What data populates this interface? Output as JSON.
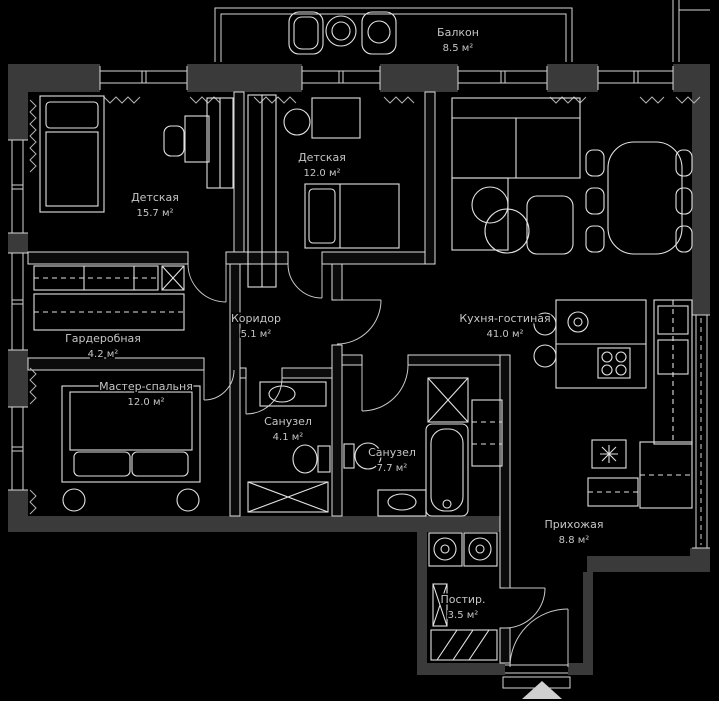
{
  "plan": {
    "type": "apartment-floor-plan",
    "language": "ru",
    "colors": {
      "background": "#000000",
      "walls": "#3a3a3a",
      "lines": "#e0e0e0",
      "text": "#c6c6c6"
    },
    "rooms": [
      {
        "id": "balcony",
        "name": "Балкон",
        "area": "8.5 м²"
      },
      {
        "id": "nursery-1",
        "name": "Детская",
        "area": "15.7 м²"
      },
      {
        "id": "nursery-2",
        "name": "Детская",
        "area": "12.0 м²"
      },
      {
        "id": "kitchen-living",
        "name": "Кухня-гостиная",
        "area": "41.0 м²"
      },
      {
        "id": "corridor",
        "name": "Коридор",
        "area": "5.1 м²"
      },
      {
        "id": "dressing-room",
        "name": "Гардеробная",
        "area": "4.2 м²"
      },
      {
        "id": "master-bedroom",
        "name": "Мастер-спальня",
        "area": "12.0 м²"
      },
      {
        "id": "bathroom-1",
        "name": "Санузел",
        "area": "4.1 м²"
      },
      {
        "id": "bathroom-2",
        "name": "Санузел",
        "area": "7.7 м²"
      },
      {
        "id": "hallway",
        "name": "Прихожая",
        "area": "8.8 м²"
      },
      {
        "id": "laundry",
        "name": "Постир.",
        "area": "3.5 м²"
      }
    ],
    "icons": {
      "entrance_arrow": "triangle-up-entrance-marker"
    }
  }
}
